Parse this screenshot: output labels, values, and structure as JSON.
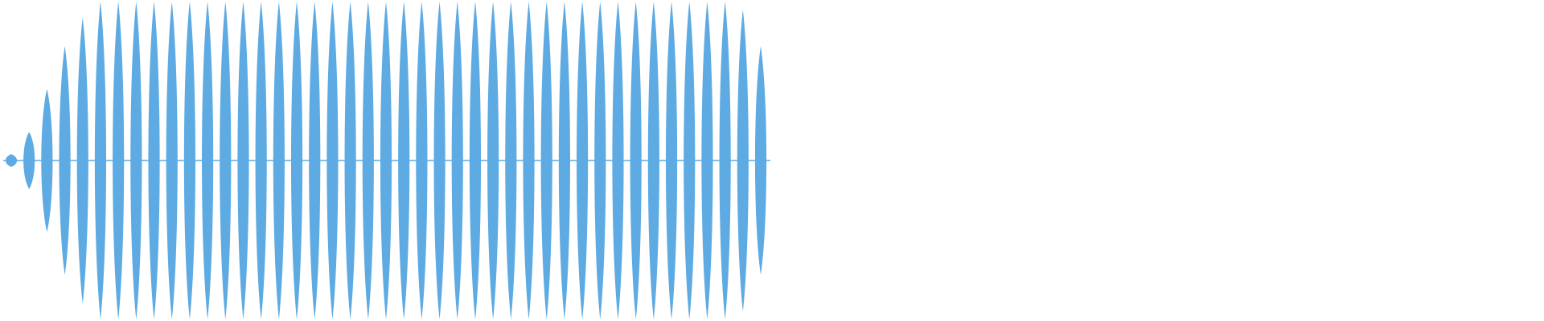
{
  "waveform": {
    "color": "#5DABE2",
    "pulse_count": 43,
    "lead_in_amplitudes": [
      0.04,
      0.18,
      0.45,
      0.72,
      0.9
    ],
    "lead_out_amplitudes": [
      0.95,
      0.72
    ]
  }
}
